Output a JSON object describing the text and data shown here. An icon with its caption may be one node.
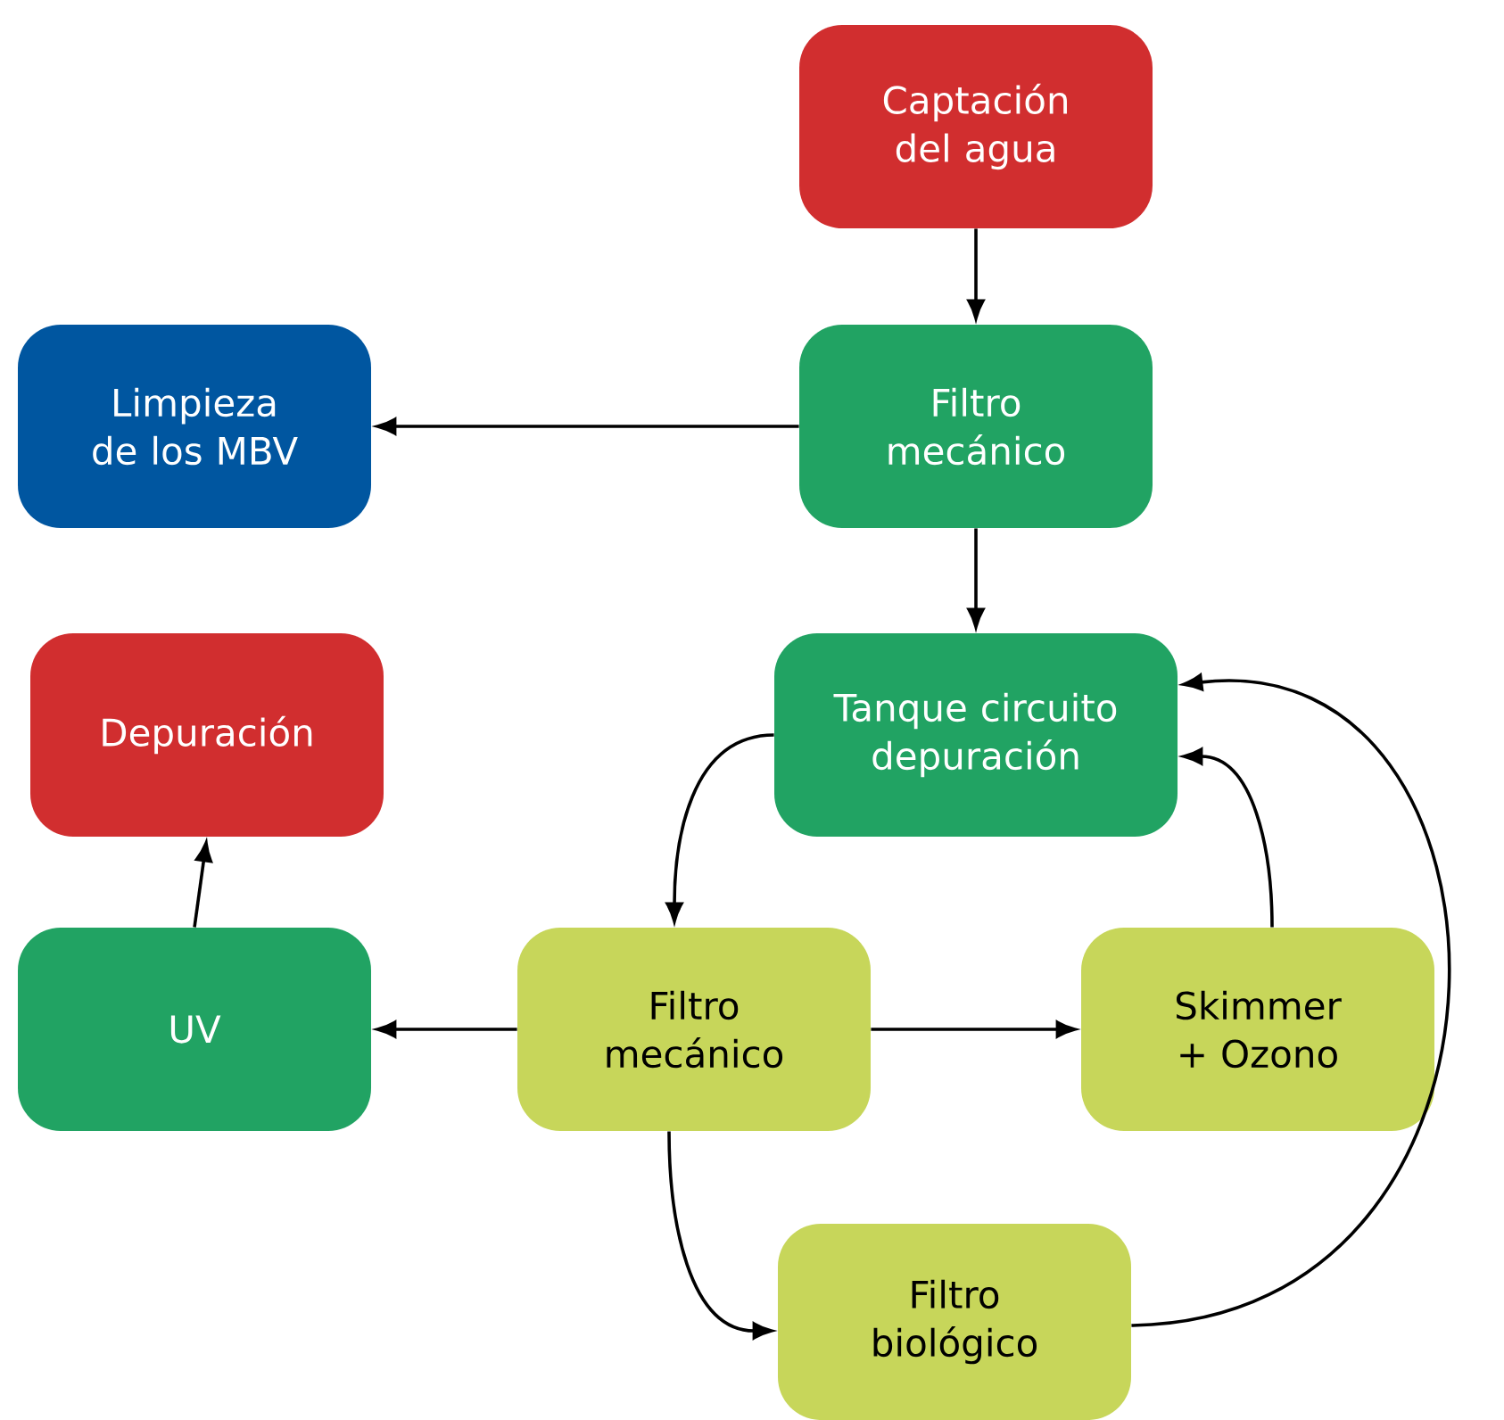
{
  "diagram": {
    "nodes": [
      {
        "text": [
          "Captación del agua"
        ]
      },
      {
        "text": [
          "Filtro mecánico"
        ]
      },
      {
        "text": [
          "Limpieza de los MBV"
        ]
      },
      {
        "text": [
          "Depuración"
        ]
      },
      {
        "text": [
          "Tanque circuito depuración"
        ]
      },
      {
        "text": [
          "UV"
        ]
      },
      {
        "text": [
          "Filtro mecánico"
        ]
      },
      {
        "text": [
          "Skimmer + Ozono"
        ]
      },
      {
        "text": [
          "Filtro biológico"
        ]
      }
    ],
    "edges": [
      {
        "from": 0,
        "to": 1,
        "arrow": "to"
      },
      {
        "from": 1,
        "to": 2,
        "arrow": "to"
      },
      {
        "from": 1,
        "to": 4,
        "arrow": "to"
      },
      {
        "from": 4,
        "to": 6,
        "arrow": "to"
      },
      {
        "from": 5,
        "to": 3,
        "arrow": "to"
      },
      {
        "from": 6,
        "to": 5,
        "arrow": "to"
      },
      {
        "from": 6,
        "to": 7,
        "arrow": "to"
      },
      {
        "from": 6,
        "to": 8,
        "arrow": "to"
      },
      {
        "from": 7,
        "to": 4,
        "arrow": "to"
      },
      {
        "from": 8,
        "to": 4,
        "arrow": "to"
      }
    ]
  }
}
